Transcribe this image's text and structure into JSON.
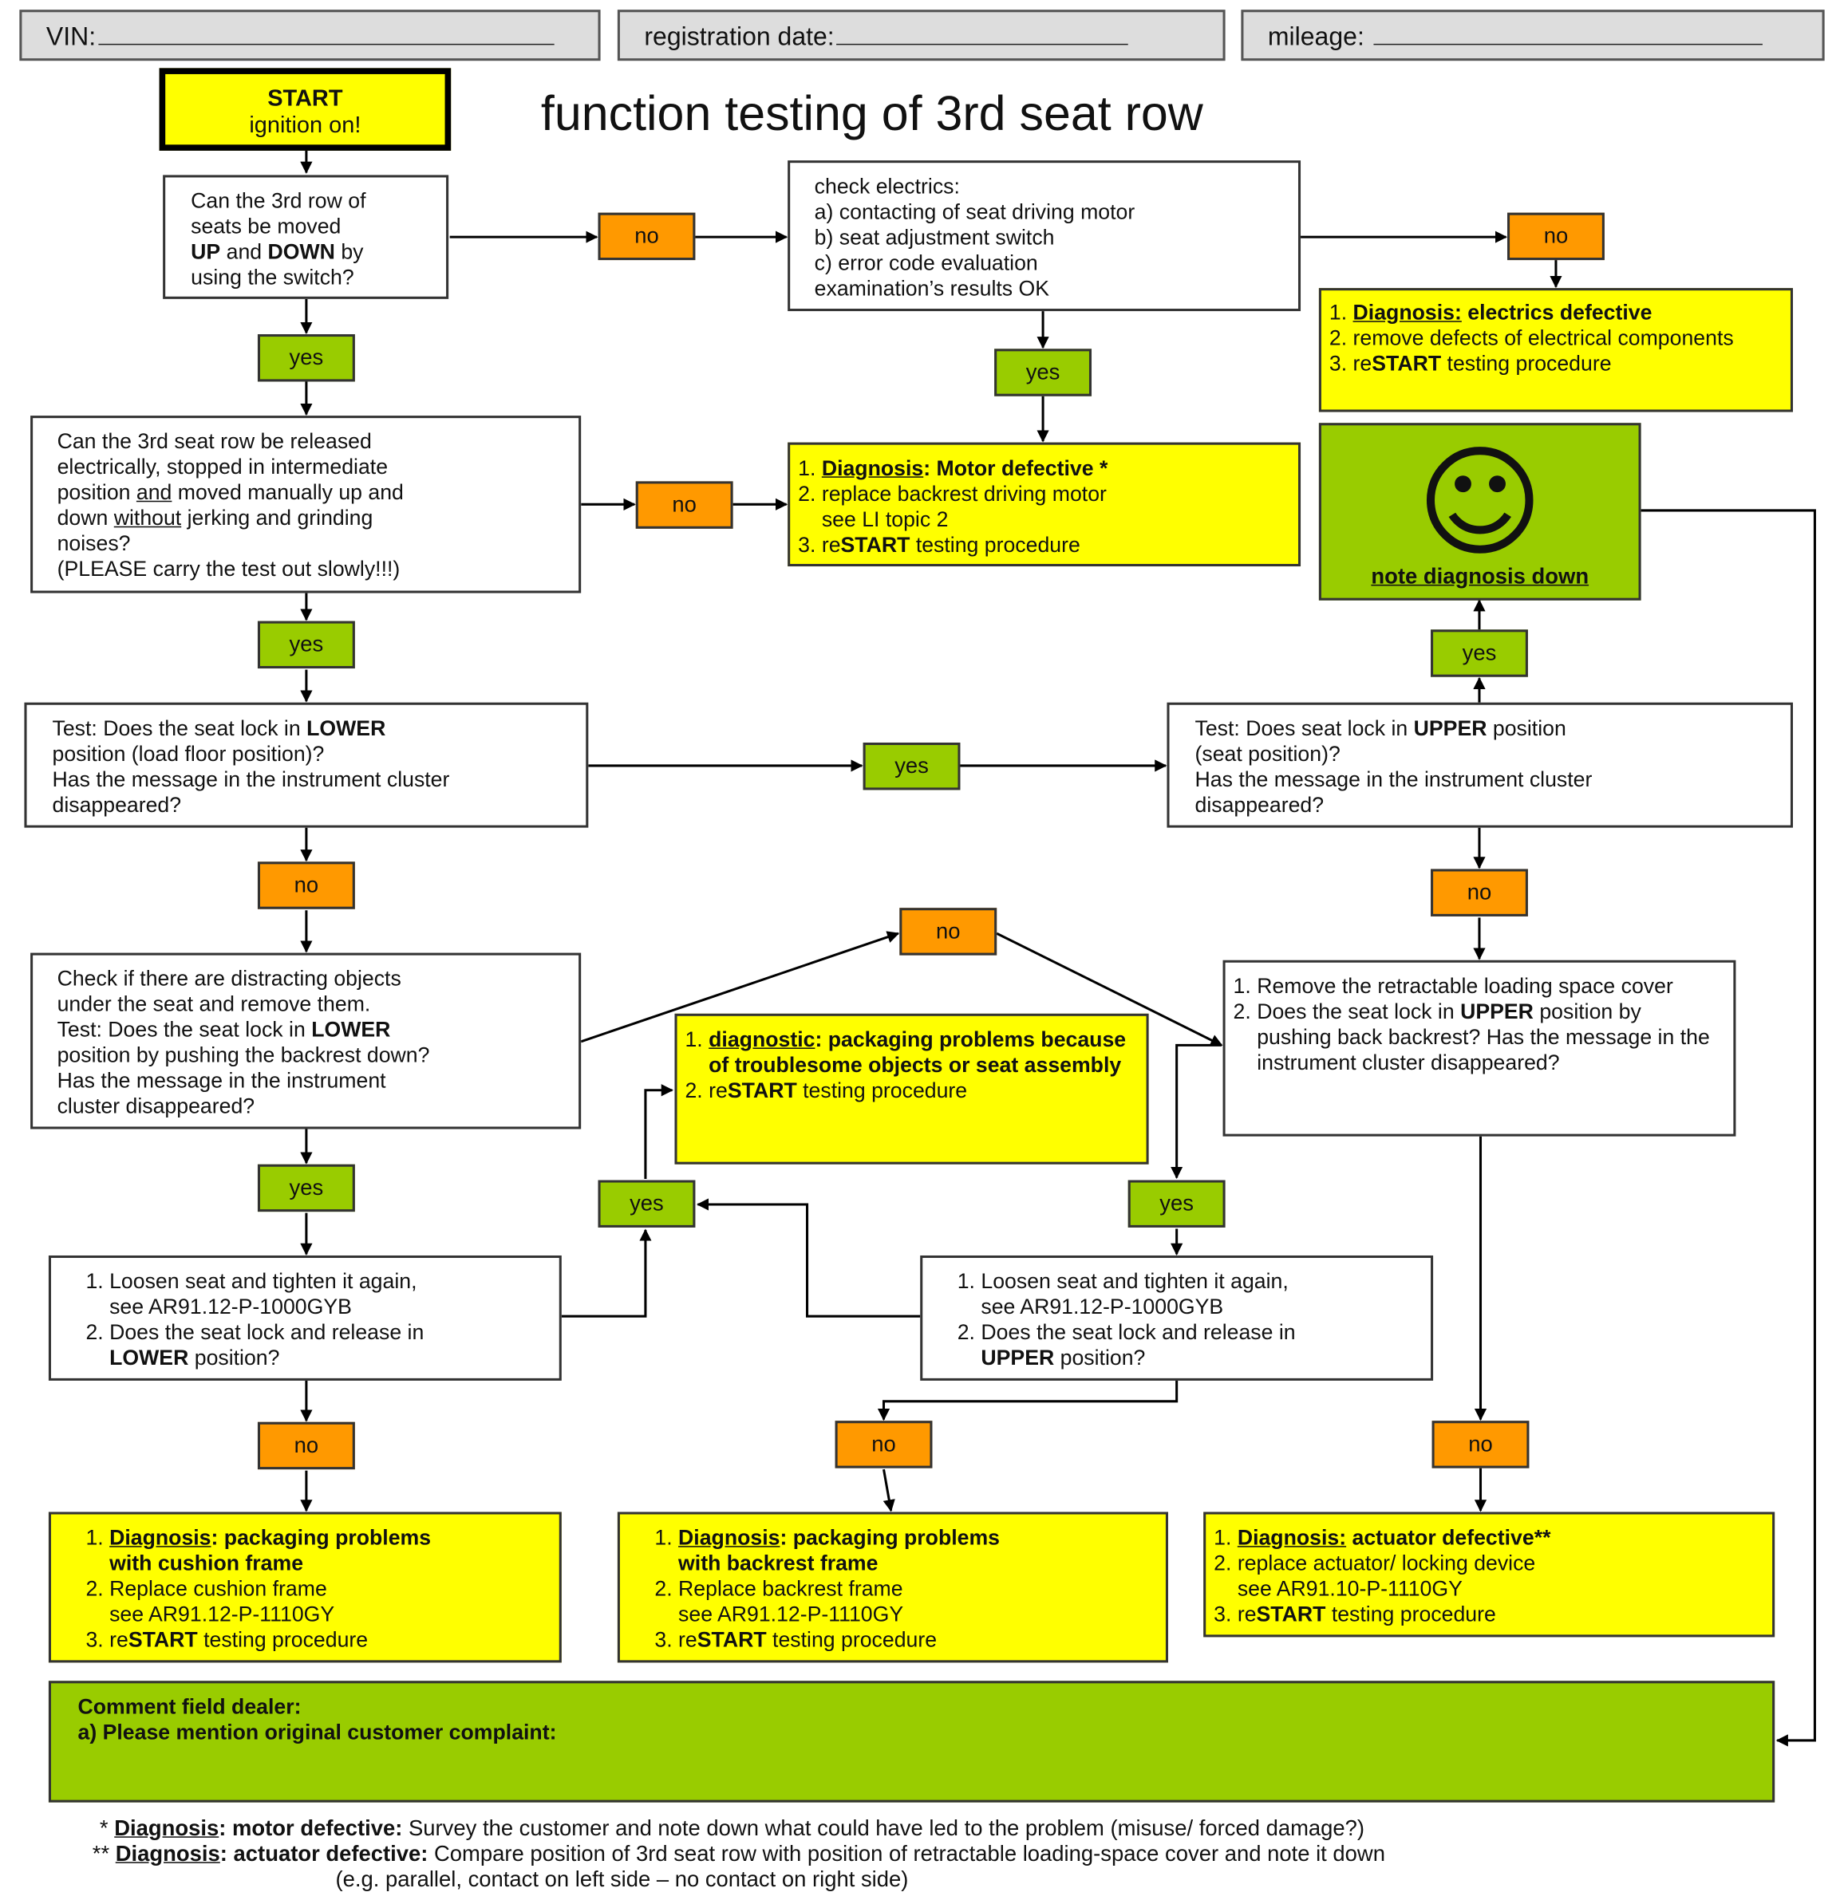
{
  "header": {
    "vin": "VIN:",
    "registration": "registration date:",
    "mileage": "mileage:"
  },
  "title": "function testing of 3rd seat row",
  "start": {
    "l1": "START",
    "l2": "ignition on!"
  },
  "q1": {
    "a": "Can the 3rd row of",
    "b": "seats be moved",
    "c1": "UP",
    "c2": " and ",
    "c3": "DOWN",
    "c4": " by",
    "d": "using the switch?"
  },
  "elec": {
    "a": "check electrics:",
    "b": "a) contacting of seat driving motor",
    "c": "b) seat adjustment switch",
    "d": "c) error code evaluation",
    "e": "examination’s results OK"
  },
  "diag_elec": {
    "i1a": "Diagnosis:",
    "i1b": " electrics defective",
    "i2": "remove defects of electrical components",
    "i3a": "re",
    "i3b": "START",
    "i3c": " testing procedure"
  },
  "q2": {
    "a": "Can the 3rd seat row be released",
    "b": "electrically, stopped in intermediate",
    "c1": "position ",
    "c2": "and",
    "c3": " moved manually up and",
    "d1": "down ",
    "d2": "without",
    "d3": " jerking and grinding",
    "e": "noises?",
    "f": "(PLEASE carry the test out slowly!!!)"
  },
  "diag_motor": {
    "i1a": "Diagnosis",
    "i1b": ": Motor defective *",
    "i2a": "replace backrest driving motor",
    "i2b": "see LI topic 2",
    "i3a": "re",
    "i3b": "START",
    "i3c": " testing procedure"
  },
  "smile": {
    "glyph": "☺",
    "note": "note diagnosis down"
  },
  "q3": {
    "a1": "Test: Does the seat lock in ",
    "a2": "LOWER",
    "b": "position (load floor position)?",
    "c": "Has the message in the instrument cluster",
    "d": "disappeared?"
  },
  "q4": {
    "a1": "Test: Does seat lock in ",
    "a2": "UPPER",
    "a3": " position",
    "b": "(seat position)?",
    "c": "Has the message in the instrument cluster",
    "d": "disappeared?"
  },
  "q5": {
    "a": "Check if there are distracting objects",
    "b": "under the seat and remove them.",
    "c1": "Test: Does the seat lock in ",
    "c2": "LOWER",
    "d": "position by pushing the backrest down?",
    "e": "Has the message in the instrument",
    "f": "cluster disappeared?"
  },
  "diag_obj": {
    "i1a": "diagnostic",
    "i1b": ": packaging problems because of troublesome objects or seat assembly",
    "i2a": "re",
    "i2b": "START",
    "i2c": " testing procedure"
  },
  "q6": {
    "i1": "Remove the retractable loading space cover",
    "i2a": "Does the seat lock in ",
    "i2b": "UPPER",
    "i2c": " position by pushing back backrest? Has the message in the instrument cluster disappeared?"
  },
  "q7": {
    "i1a": "Loosen seat and tighten it again,",
    "i1b": "see AR91.12-P-1000GYB",
    "i2a": "Does the seat lock and release in",
    "i2b": "LOWER",
    "i2c": " position?"
  },
  "q8": {
    "i1a": "Loosen seat and tighten it again,",
    "i1b": "see AR91.12-P-1000GYB",
    "i2a": "Does the seat lock and release in",
    "i2b": "UPPER",
    "i2c": " position?"
  },
  "d_cush": {
    "i1a": "Diagnosis",
    "i1b": ": packaging problems",
    "i1c": "with cushion frame",
    "i2a": "Replace cushion frame",
    "i2b": "see AR91.12-P-1110GY",
    "i3a": "re",
    "i3b": "START",
    "i3c": " testing procedure"
  },
  "d_back": {
    "i1a": "Diagnosis",
    "i1b": ": packaging problems",
    "i1c": "with backrest frame",
    "i2a": "Replace backrest frame",
    "i2b": "see AR91.12-P-1110GY",
    "i3a": "re",
    "i3b": "START",
    "i3c": " testing procedure"
  },
  "d_act": {
    "i1a": "Diagnosis:",
    "i1b": " actuator defective**",
    "i2a": "replace actuator/ locking  device",
    "i2b": "see AR91.10-P-1110GY",
    "i3a": "re",
    "i3b": "START",
    "i3c": " testing procedure"
  },
  "comment": {
    "a": "Comment field dealer:",
    "b": "a) Please mention original customer complaint:"
  },
  "footnotes": {
    "f1a": "* ",
    "f1b": "Diagnosis",
    "f1c": ": motor defective:",
    "f1d": " Survey the customer and note down what could have led to the problem (misuse/ forced damage?)",
    "f2a": "** ",
    "f2b": "Diagnosis",
    "f2c": ": actuator defective:",
    "f2d": " Compare position of 3rd seat row with position of retractable loading-space cover and note it down",
    "f3": "(e.g. parallel, contact on left side – no contact on right side)"
  },
  "labels": {
    "yes": "yes",
    "no": "no"
  },
  "colors": {
    "yellow": "#ffff00",
    "green": "#99cc00",
    "orange": "#ff9900",
    "header_gray": "#dddddd"
  }
}
